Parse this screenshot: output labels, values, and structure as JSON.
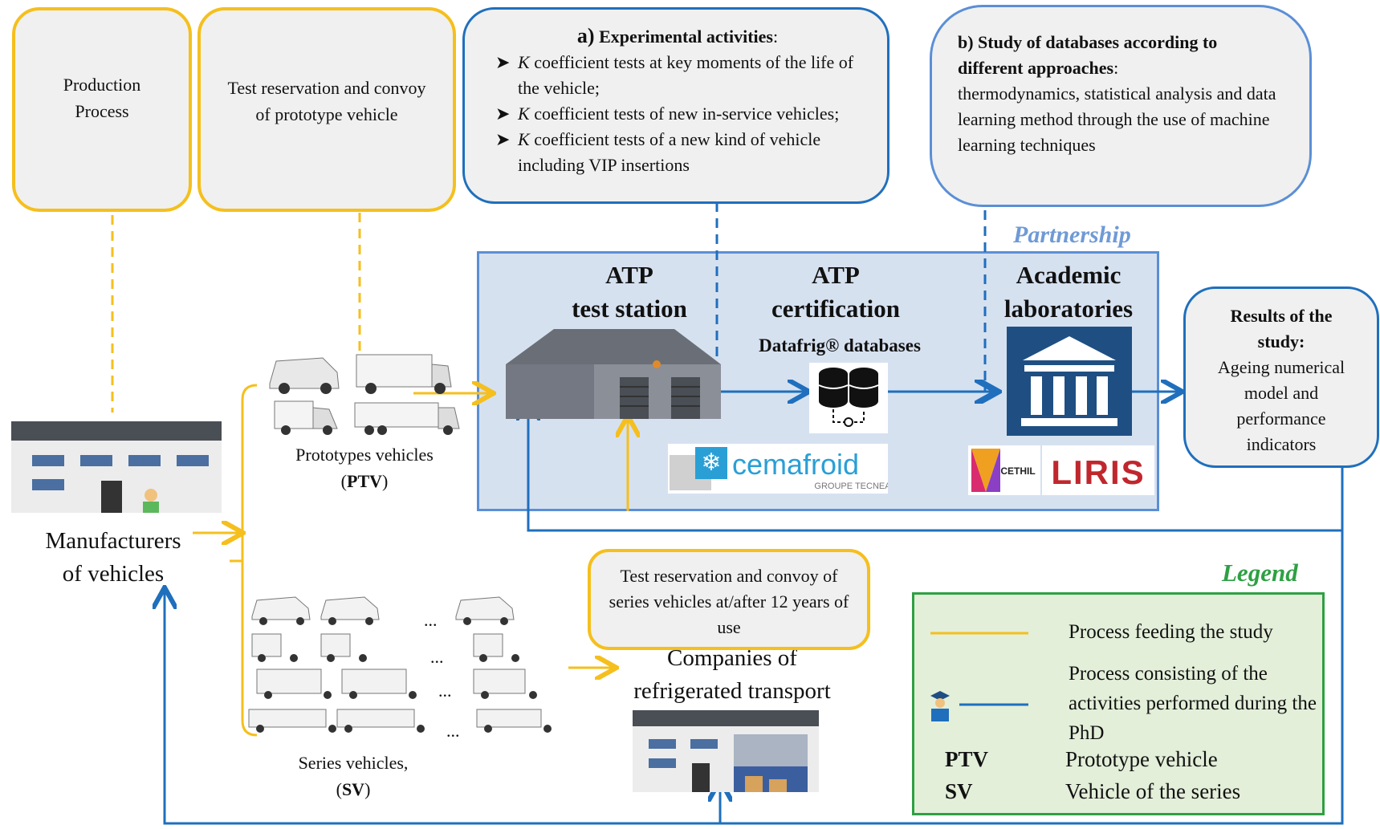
{
  "production_process": "Production\nProcess",
  "test_reservation_prototype": "Test reservation and convoy of prototype vehicle",
  "box_a": {
    "prefix": "a)",
    "title": "Experimental activities",
    "suffix": ":",
    "items": [
      {
        "k": "K",
        "text": " coefficient tests at key moments of the life of the vehicle;"
      },
      {
        "k": "K",
        "text": " coefficient tests of new in-service vehicles;"
      },
      {
        "k": "K",
        "text": " coefficient tests of a new kind of vehicle including VIP insertions"
      }
    ]
  },
  "box_b": {
    "title": "b) Study of databases according to different approaches",
    "suffix": ":",
    "body": "thermodynamics, statistical analysis and data learning method through the use of machine learning techniques"
  },
  "partnership": "Partnership",
  "atp_station": "ATP\ntest station",
  "atp_certification": "ATP\ncertification",
  "datafrig": "Datafrig® databases",
  "academic": "Academic\nlaboratories",
  "results": {
    "title": "Results of the study:",
    "body": "Ageing numerical model and performance indicators"
  },
  "cemafroid": {
    "name": "cemafroid",
    "sub": "GROUPE TECNEA"
  },
  "cethil": "CETHIL",
  "liris": "LIRIS",
  "prototypes_label": "Prototypes vehicles",
  "prototypes_abbr": "PTV",
  "manufacturers": "Manufacturers\nof vehicles",
  "series_label": "Series vehicles,",
  "series_abbr": "SV",
  "test_reservation_series": "Test reservation and convoy of series vehicles at/after 12 years of use",
  "companies": "Companies of\nrefrigerated transport",
  "ellipsis": "...",
  "legend": {
    "title": "Legend",
    "yellow_text": "Process feeding the study",
    "blue_text": "Process consisting of the activities performed during the PhD",
    "abbr1": "PTV",
    "def1": "Prototype vehicle",
    "abbr2": "SV",
    "def2": "Vehicle of the series"
  },
  "colors": {
    "yellow": "#f5bf1d",
    "blue": "#1f6fbd",
    "green": "#2ea043",
    "panel": "#d6e1f0"
  }
}
